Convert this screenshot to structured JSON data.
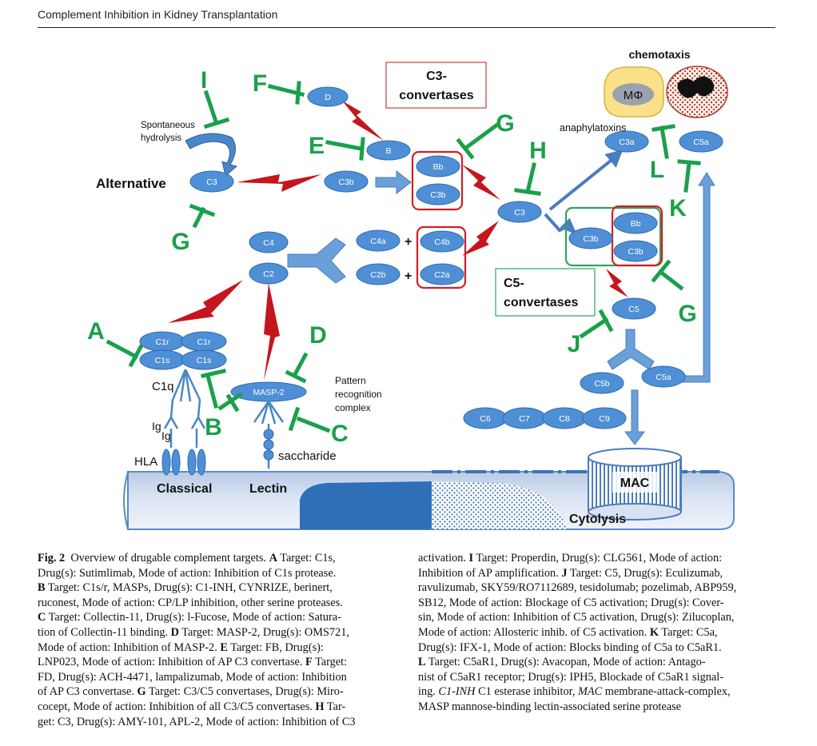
{
  "running_head": "Complement Inhibition in Kidney Transplantation",
  "figure": {
    "pathway_labels": {
      "alternative": "Alternative",
      "classical": "Classical",
      "lectin": "Lectin"
    },
    "annotations": {
      "spontaneous": [
        "Spontaneous",
        "hydrolysis"
      ],
      "c3_convertases": [
        "C3-",
        "convertases"
      ],
      "c5_convertases": [
        "C5-",
        "convertases"
      ],
      "chemotaxis": "chemotaxis",
      "anaphylatoxins": "anaphylatoxins",
      "macrophage": "MΦ",
      "pattern": [
        "Pattern",
        "recognition",
        "complex"
      ],
      "c1q": "C1q",
      "ig1": "Ig",
      "ig2": "Ig",
      "hla": "HLA",
      "saccharide": "saccharide",
      "mac": "MAC",
      "cytolysis": "Cytolysis"
    },
    "molecules": {
      "d": "D",
      "b": "B",
      "c3_alt": "C3",
      "c3b_alt": "C3b",
      "bb1": "Bb",
      "c3b_conv1": "C3b",
      "c3_center": "C3",
      "c3a": "C3a",
      "c5a_top": "C5a",
      "c4": "C4",
      "c2": "C2",
      "c4a": "C4a",
      "c2b": "C2b",
      "c4b": "C4b",
      "c2a": "C2a",
      "c3b_c5conv": "C3b",
      "bb2": "Bb",
      "c3b_c5conv2": "C3b",
      "c5": "C5",
      "c5b": "C5b",
      "c5a_bottom": "C5a",
      "c6": "C6",
      "c7": "C7",
      "c8": "C8",
      "c9": "C9",
      "c1r_a": "C1r",
      "c1r_b": "C1r",
      "c1s_a": "C1s",
      "c1s_b": "C1s",
      "masp2": "MASP-2"
    },
    "plus": [
      "+",
      "+"
    ],
    "inhibitor_letters": {
      "A": "A",
      "B": "B",
      "C": "C",
      "D": "D",
      "E": "E",
      "F": "F",
      "G1": "G",
      "G2": "G",
      "G3": "G",
      "H": "H",
      "I": "I",
      "J": "J",
      "K": "K",
      "L": "L"
    }
  },
  "caption": {
    "fig_label": "Fig. 2",
    "intro": "Overview of drugable complement targets.",
    "items": [
      {
        "letter": "A",
        "text": "Target: C1s, Drug(s): Sutimlimab, Mode of action: Inhibition of C1s protease."
      },
      {
        "letter": "B",
        "text": "Target: C1s/r, MASPs, Drug(s): C1-INH, CYNRIZE, berinert, ruconest, Mode of action: CP/LP inhibition, other serine proteases."
      },
      {
        "letter": "C",
        "text": "Target: Collectin-11, Drug(s): l-Fucose, Mode of action: Saturation of Collectin-11 binding."
      },
      {
        "letter": "D",
        "text": "Target: MASP-2, Drug(s): OMS721, Mode of action: Inhibition of MASP-2."
      },
      {
        "letter": "E",
        "text": "Target: FB, Drug(s): LNP023, Mode of action: Inhibition of AP C3 convertase."
      },
      {
        "letter": "F",
        "text": "Target: FD, Drug(s): ACH-4471, lampalizumab, Mode of action: Inhibition of AP C3 convertase."
      },
      {
        "letter": "G",
        "text": "Target: C3/C5 convertases, Drug(s): Mirococept, Mode of action: Inhibition of all C3/C5 convertases."
      },
      {
        "letter": "H",
        "text": "Target: C3, Drug(s): AMY-101, APL-2, Mode of action: Inhibition of C3 activation."
      },
      {
        "letter": "I",
        "text": "Target: Properdin, Drug(s): CLG561, Mode of action: Inhibition of AP amplification."
      },
      {
        "letter": "J",
        "text": "Target: C5, Drug(s): Eculizumab, ravulizumab, SKY59/RO7112689, tesidolumab; pozelimab, ABP959, SB12, Mode of action: Blockage of C5 activation; Drug(s): Coversin, Mode of action: Inhibition of C5 activation, Drug(s): Zilucoplan, Mode of action: Allosteric inhib. of C5 activation."
      },
      {
        "letter": "K",
        "text": "Target: C5a, Drug(s): IFX-1, Mode of action: Blocks binding of C5a to C5aR1."
      },
      {
        "letter": "L",
        "text": "Target: C5aR1, Drug(s): Avacopan, Mode of action: Antagonist of C5aR1 receptor; Drug(s): IPH5, Blockade of C5aR1 signaling."
      }
    ],
    "abbrev_terms": [
      "C1-INH",
      "MAC"
    ],
    "abbrev_defs": [
      "C1 esterase inhibitor,",
      "membrane-attack-complex,"
    ],
    "abbrev_tail": "MASP mannose-binding lectin-associated serine protease",
    "lines_left": [
      "Fig. 2  Overview of drugable complement targets. A Target: C1s,",
      "Drug(s): Sutimlimab, Mode of action: Inhibition of C1s protease.",
      "B Target: C1s/r, MASPs, Drug(s): C1-INH, CYNRIZE, berinert,",
      "ruconest, Mode of action: CP/LP inhibition, other serine proteases.",
      "C Target: Collectin-11, Drug(s): l-Fucose, Mode of action: Satura-",
      "tion of Collectin-11 binding. D Target: MASP-2, Drug(s): OMS721,",
      "Mode of action: Inhibition of MASP-2. E Target: FB, Drug(s):",
      "LNP023, Mode of action: Inhibition of AP C3 convertase. F Target:",
      "FD, Drug(s): ACH-4471, lampalizumab, Mode of action: Inhibition",
      "of AP C3 convertase. G Target: C3/C5 convertases, Drug(s): Miro-",
      "cocept, Mode of action: Inhibition of all C3/C5 convertases. H Tar-",
      "get: C3, Drug(s): AMY-101, APL-2, Mode of action: Inhibition of C3"
    ],
    "lines_right": [
      "activation. I Target: Properdin, Drug(s): CLG561, Mode of action:",
      "Inhibition of AP amplification. J Target: C5, Drug(s): Eculizumab,",
      "ravulizumab, SKY59/RO7112689, tesidolumab; pozelimab, ABP959,",
      "SB12, Mode of action: Blockage of C5 activation; Drug(s): Cover-",
      "sin, Mode of action: Inhibition of C5 activation, Drug(s): Zilucoplan,",
      "Mode of action: Allosteric inhib. of C5 activation. K Target: C5a,",
      "Drug(s): IFX-1, Mode of action: Blocks binding of C5a to C5aR1.",
      "L Target: C5aR1, Drug(s): Avacopan, Mode of action: Antago-",
      "nist of C5aR1 receptor; Drug(s): IPH5, Blockade of C5aR1 signal-",
      "ing. C1-INH C1 esterase inhibitor, MAC membrane-attack-complex,",
      "MASP mannose-binding lectin-associated serine protease"
    ]
  }
}
